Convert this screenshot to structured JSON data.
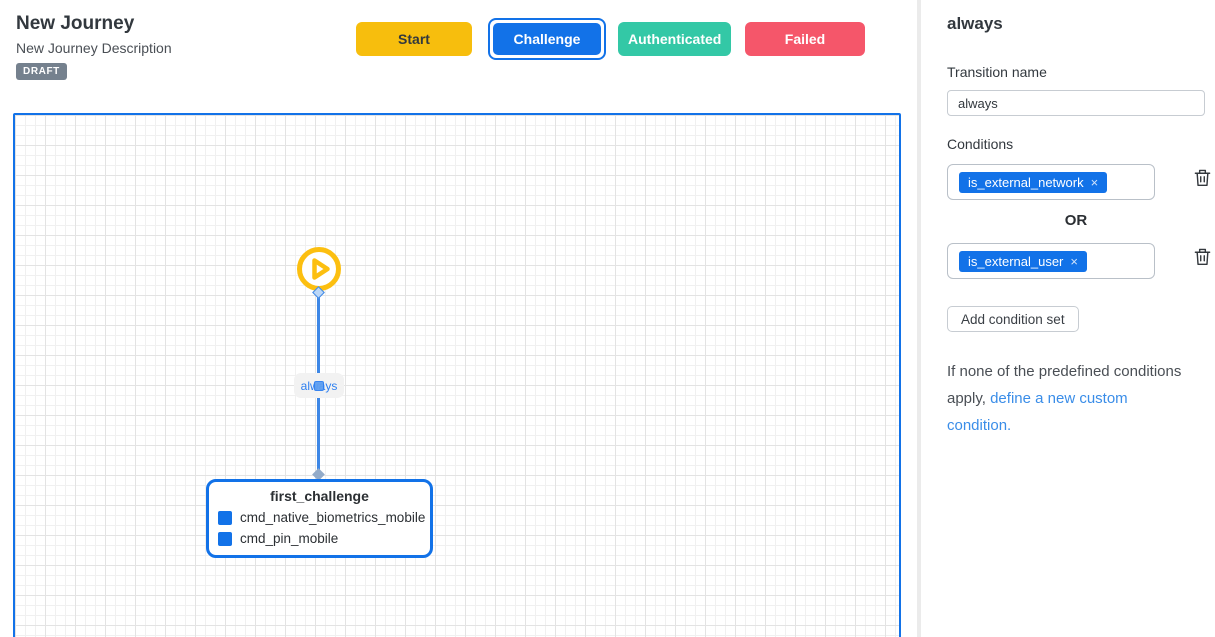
{
  "header": {
    "title": "New Journey",
    "description": "New Journey Description",
    "status_badge": "DRAFT"
  },
  "toolbar": {
    "buttons": [
      {
        "label": "Start",
        "color": "#F7BE0D",
        "text_color": "#32383E",
        "selected": false
      },
      {
        "label": "Challenge",
        "color": "#1272E8",
        "text_color": "#FFFFFF",
        "selected": true
      },
      {
        "label": "Authenticated",
        "color": "#33C8A6",
        "text_color": "#FFFFFF",
        "selected": false
      },
      {
        "label": "Failed",
        "color": "#F5566A",
        "text_color": "#FFFFFF",
        "selected": false
      }
    ]
  },
  "canvas": {
    "start_node": {
      "icon": "play-icon",
      "color": "#FCBF10"
    },
    "edge": {
      "label": "always",
      "color": "#3D87E6"
    },
    "node": {
      "title": "first_challenge",
      "border_color": "#1272E8",
      "commands": [
        "cmd_native_biometrics_mobile",
        "cmd_pin_mobile"
      ]
    }
  },
  "panel": {
    "title": "always",
    "transition_name": {
      "label": "Transition name",
      "value": "always"
    },
    "conditions": {
      "label": "Conditions",
      "operator": "OR",
      "chip_color": "#1272E8",
      "sets": [
        {
          "chips": [
            {
              "label": "is_external_network",
              "remove_glyph": "×"
            }
          ]
        },
        {
          "chips": [
            {
              "label": "is_external_user",
              "remove_glyph": "×"
            }
          ]
        }
      ]
    },
    "add_condition_button": "Add condition set",
    "note": {
      "text": "If none of the predefined conditions apply, ",
      "link": "define a new custom condition."
    }
  }
}
